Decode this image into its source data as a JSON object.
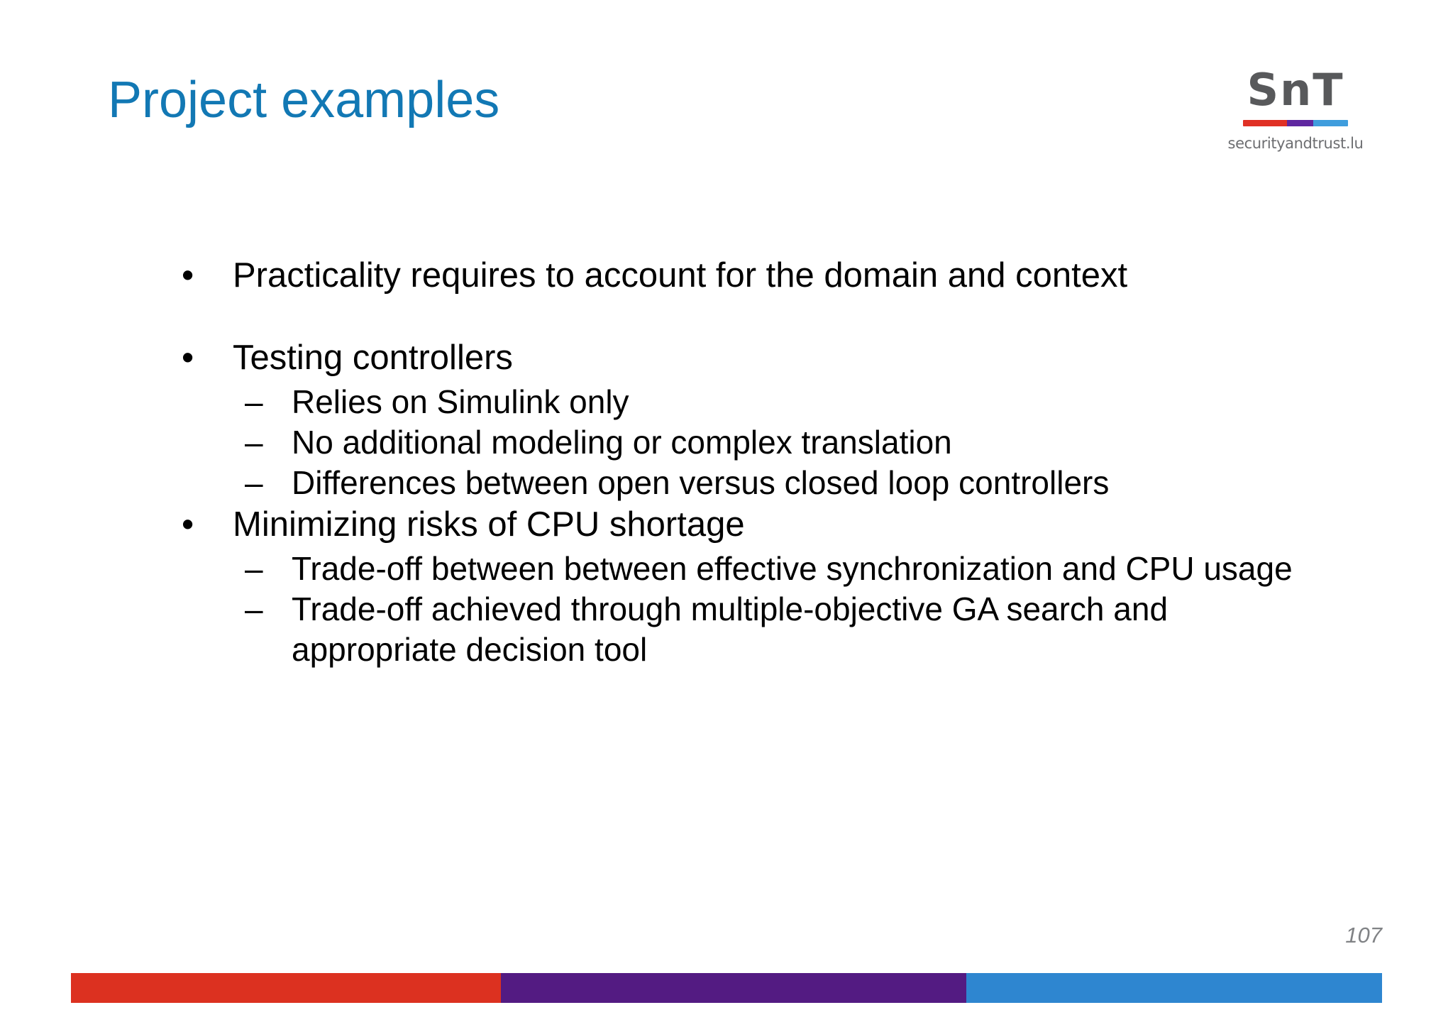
{
  "slide": {
    "title": "Project examples",
    "page_number": "107",
    "title_color": "#1278b4",
    "text_color": "#000000"
  },
  "logo": {
    "wordmark": "SnT",
    "tagline": "securityandtrust.lu",
    "rule_colors": [
      "#e03125",
      "#5f27a0",
      "#3f9ddd"
    ]
  },
  "content": {
    "bullets": [
      {
        "level": 1,
        "marker": "•",
        "text": "Practicality requires to account for the domain and context"
      },
      {
        "level": 1,
        "marker": "•",
        "text": "Testing controllers"
      },
      {
        "level": 2,
        "marker": "–",
        "text": "Relies on Simulink only"
      },
      {
        "level": 2,
        "marker": "–",
        "text": "No additional modeling or complex translation"
      },
      {
        "level": 2,
        "marker": "–",
        "text": "Differences between open versus closed loop controllers"
      },
      {
        "level": 1,
        "marker": "•",
        "text": "Minimizing risks of CPU shortage"
      },
      {
        "level": 2,
        "marker": "–",
        "text": "Trade-off between between effective synchronization and CPU usage"
      },
      {
        "level": 2,
        "marker": "–",
        "text": "Trade-off achieved through multiple-objective GA search and appropriate decision tool"
      }
    ]
  },
  "footer": {
    "bar_colors": [
      "#dc3120",
      "#531b82",
      "#2e86d0"
    ]
  }
}
